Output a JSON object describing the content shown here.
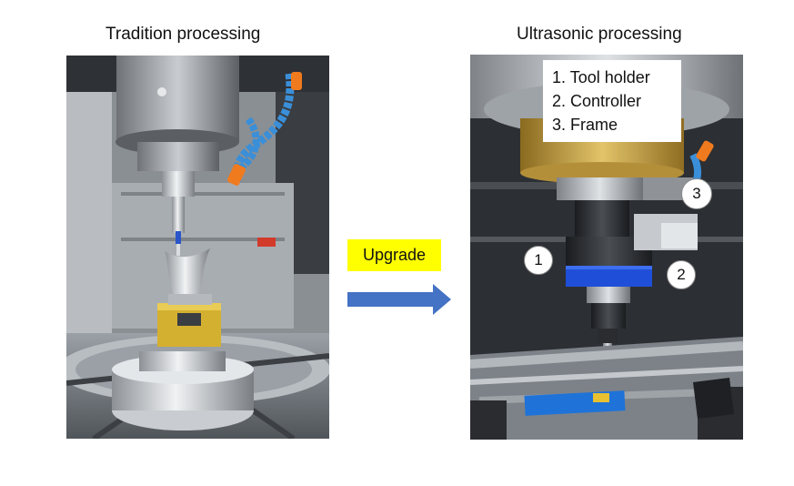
{
  "left_panel": {
    "caption": "Tradition processing"
  },
  "right_panel": {
    "caption": "Ultrasonic processing"
  },
  "transition": {
    "label": "Upgrade",
    "badge_color": "#ffff00",
    "arrow_color": "#4472c4"
  },
  "legend": {
    "items": [
      "1. Tool holder",
      "2. Controller",
      "3. Frame"
    ]
  },
  "markers": [
    "1",
    "2",
    "3"
  ],
  "colors": {
    "coolant_hose": "#3a8fd8",
    "nozzle": "#f07a1e",
    "vise": "#d4b030",
    "gold_ring": "#c9a23a",
    "blue_band": "#1f4fd8"
  }
}
